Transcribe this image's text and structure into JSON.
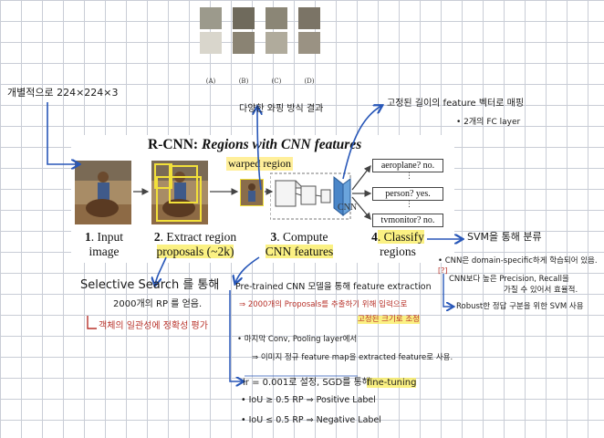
{
  "thumbs": {
    "labels": [
      "(A)",
      "(B)",
      "(C)",
      "(D)"
    ]
  },
  "figure": {
    "title_prefix": "R-CNN: ",
    "title_main": "Regions with CNN features",
    "warped_region": "warped region",
    "cnn": "CNN",
    "classes": [
      "aeroplane? no.",
      "person? yes.",
      "tvmonitor? no."
    ],
    "stages": [
      {
        "num": "1",
        "line1": ". Input",
        "line2": "image"
      },
      {
        "num": "2",
        "line1": ". Extract region",
        "line2": "proposals (~2k)"
      },
      {
        "num": "3",
        "line1": ". Compute",
        "line2": "CNN features"
      },
      {
        "num": "4",
        "line1": ". Classify",
        "line2": "regions"
      }
    ]
  },
  "notes": {
    "input_size": "개별적으로 224×224×3",
    "warp_note": "다양한 와핑 방식 결과",
    "feature_note": "고정된 길이의 feature 벡터로 매핑",
    "fc_note": "• 2개의 FC layer",
    "svm_note": "SVM을 통해 분류",
    "svm_bullet1": "• CNN은 domain-specific하게 학습되어 있음.",
    "svm_bullet1b": "[?]",
    "svm_bullet2": "CNN보다 높은 Precision, Recall을",
    "svm_bullet2b": "가질 수 있어서 효율적.",
    "svm_bullet3": "Robust한 정답 구분을 위한 SVM 사용",
    "selective_title": "Selective Search 를 통해",
    "selective_sub": "2000개의 RP 를 얻음.",
    "selective_red": "객체의 일관성에 정확성 평가",
    "pretrained": "Pre-trained CNN 모델을 통해 feature extraction",
    "pretrained_red1": "⇒ 2000개의 Proposals를 추출하기 위해 입력으로",
    "pretrained_red2": "고정된 크기로 조정",
    "bullet_conv": "• 마지막 Conv, Pooling layer에서",
    "bullet_conv_sub": "⇒ 이미지 정규 feature map을 extracted feature로 사용.",
    "lr": "lr = 0.001로 설정, SGD를 통해",
    "finetune": "fine-tuning",
    "iou_pos": "• IoU ≥ 0.5 RP ⇒ Positive Label",
    "iou_neg": "• IoU ≤ 0.5 RP ⇒ Negative Label"
  },
  "colors": {
    "ink_blue": "#2857b8",
    "ink_red": "#b8322a",
    "highlight_yellow": "#faec5a",
    "grid": "#c9cdd6"
  }
}
